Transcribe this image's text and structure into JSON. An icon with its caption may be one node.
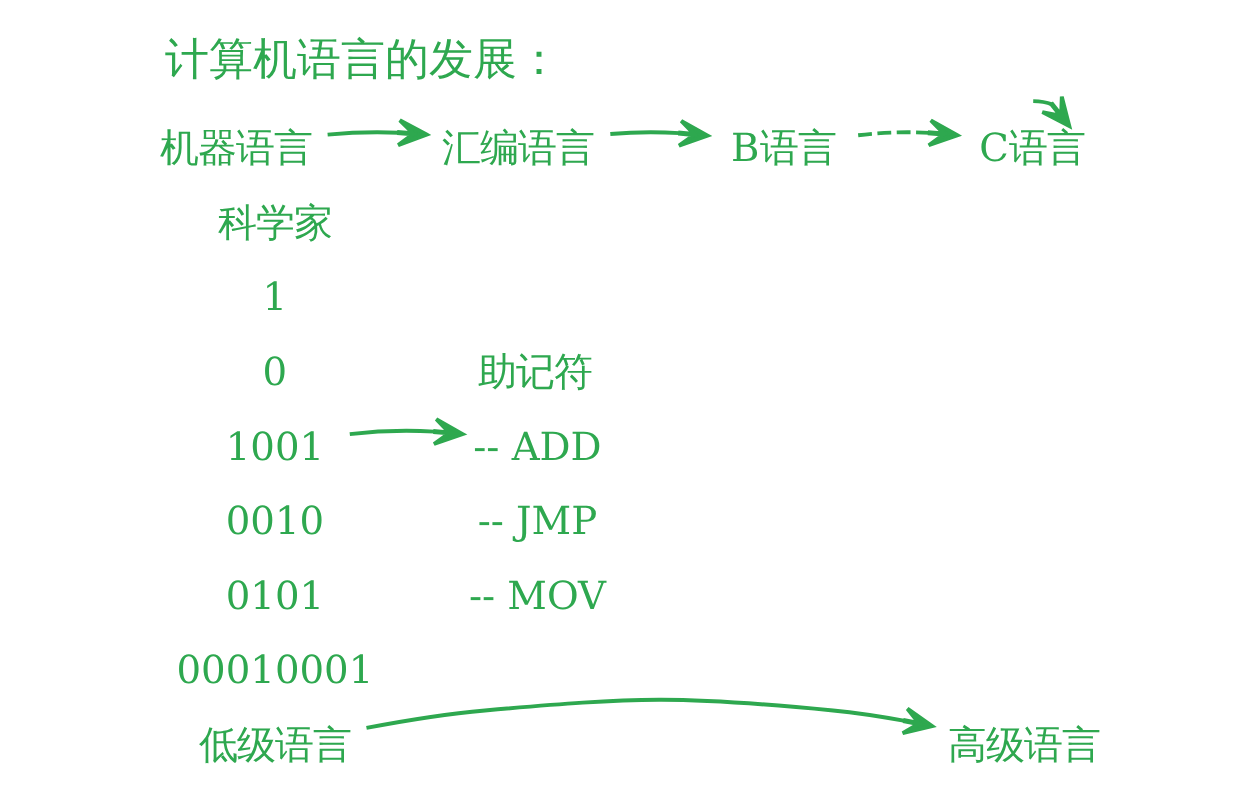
{
  "diagram": {
    "title": "计算机语言的发展：",
    "nodes": [
      {
        "text": [
          "机器语言"
        ]
      },
      {
        "text": [
          "汇编语言"
        ]
      },
      {
        "text": [
          "B语言"
        ]
      },
      {
        "text": [
          "C语言"
        ]
      },
      {
        "text": [
          "1001"
        ]
      },
      {
        "text": [
          "-- ADD"
        ]
      },
      {
        "text": [
          "低级语言"
        ]
      },
      {
        "text": [
          "高级语言"
        ]
      }
    ],
    "edges": [
      {
        "from": 0,
        "to": 1,
        "arrow": "to"
      },
      {
        "from": 1,
        "to": 2,
        "arrow": "to"
      },
      {
        "from": 2,
        "to": 3,
        "arrow": "to",
        "style": "dashed"
      },
      {
        "from": null,
        "to": 3,
        "arrow": "to"
      },
      {
        "from": 4,
        "to": 5,
        "arrow": "to"
      },
      {
        "from": 6,
        "to": 7,
        "arrow": "to"
      }
    ],
    "labels": [
      "科学家",
      "1",
      "0",
      "助记符",
      "0010",
      "-- JMP",
      "0101",
      "-- MOV",
      "00010001"
    ]
  }
}
